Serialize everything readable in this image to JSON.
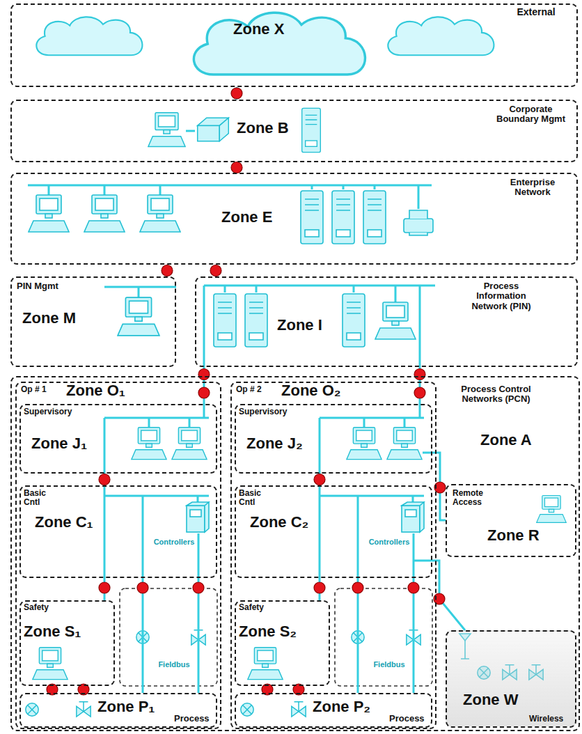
{
  "diagram": {
    "nodes": [
      {
        "text": [
          "Zone X",
          "External"
        ]
      },
      {
        "text": [
          "Zone B",
          "Corporate Boundary Mgmt"
        ]
      },
      {
        "text": [
          "Zone E",
          "Enterprise Network"
        ]
      },
      {
        "text": [
          "PIN Mgmt",
          "Zone M"
        ]
      },
      {
        "text": [
          "Zone I",
          "Process Information Network (PIN)"
        ]
      },
      {
        "text": [
          "Process Control Networks (PCN)",
          "Zone A"
        ]
      },
      {
        "text": [
          "Op # 1",
          "Zone O₁"
        ],
        "in": 5
      },
      {
        "text": [
          "Supervisory",
          "Zone J₁"
        ],
        "in": 6
      },
      {
        "text": [
          "Basic Cntl",
          "Zone C₁"
        ],
        "in": 6
      },
      {
        "text": [
          "Safety",
          "Zone S₁"
        ],
        "in": 6
      },
      {
        "text": [
          "Zone P₁",
          "Process"
        ],
        "in": 6
      },
      {
        "text": [
          "Op # 2",
          "Zone O₂"
        ],
        "in": 5
      },
      {
        "text": [
          "Supervisory",
          "Zone J₂"
        ],
        "in": 11
      },
      {
        "text": [
          "Basic Cntl",
          "Zone C₂"
        ],
        "in": 11
      },
      {
        "text": [
          "Safety",
          "Zone S₂"
        ],
        "in": 11
      },
      {
        "text": [
          "Zone P₂",
          "Process"
        ],
        "in": 11
      },
      {
        "text": [
          "Remote Access",
          "Zone R"
        ],
        "in": 5
      },
      {
        "text": [
          "Zone W",
          "Wireless"
        ],
        "in": 5
      }
    ],
    "edges": [
      {
        "from": 0,
        "to": 1,
        "arrow": "none"
      },
      {
        "from": 1,
        "to": 2,
        "arrow": "none"
      },
      {
        "from": 2,
        "to": 3,
        "arrow": "none"
      },
      {
        "from": 2,
        "to": 4,
        "arrow": "none"
      },
      {
        "from": 4,
        "to": 6,
        "arrow": "none"
      },
      {
        "from": 6,
        "to": 7,
        "arrow": "none"
      },
      {
        "from": 4,
        "to": 11,
        "arrow": "none"
      },
      {
        "from": 11,
        "to": 12,
        "arrow": "none"
      },
      {
        "from": 7,
        "to": 8,
        "arrow": "none"
      },
      {
        "from": 12,
        "to": 13,
        "arrow": "none"
      },
      {
        "from": 8,
        "to": 9,
        "arrow": "none"
      },
      {
        "from": 8,
        "to": 10,
        "arrow": "none"
      },
      {
        "from": 8,
        "to": 10,
        "arrow": "none"
      },
      {
        "from": 9,
        "to": 10,
        "arrow": "none"
      },
      {
        "from": 9,
        "to": 10,
        "arrow": "none"
      },
      {
        "from": 13,
        "to": 14,
        "arrow": "none"
      },
      {
        "from": 13,
        "to": 15,
        "arrow": "none"
      },
      {
        "from": 13,
        "to": 15,
        "arrow": "none"
      },
      {
        "from": 14,
        "to": 15,
        "arrow": "none"
      },
      {
        "from": 14,
        "to": 15,
        "arrow": "none"
      },
      {
        "from": 12,
        "to": 16,
        "arrow": "none"
      },
      {
        "from": 13,
        "to": 17,
        "arrow": "none"
      }
    ],
    "labels": [
      "Controllers",
      "Fieldbus",
      "Controllers",
      "Fieldbus"
    ]
  }
}
